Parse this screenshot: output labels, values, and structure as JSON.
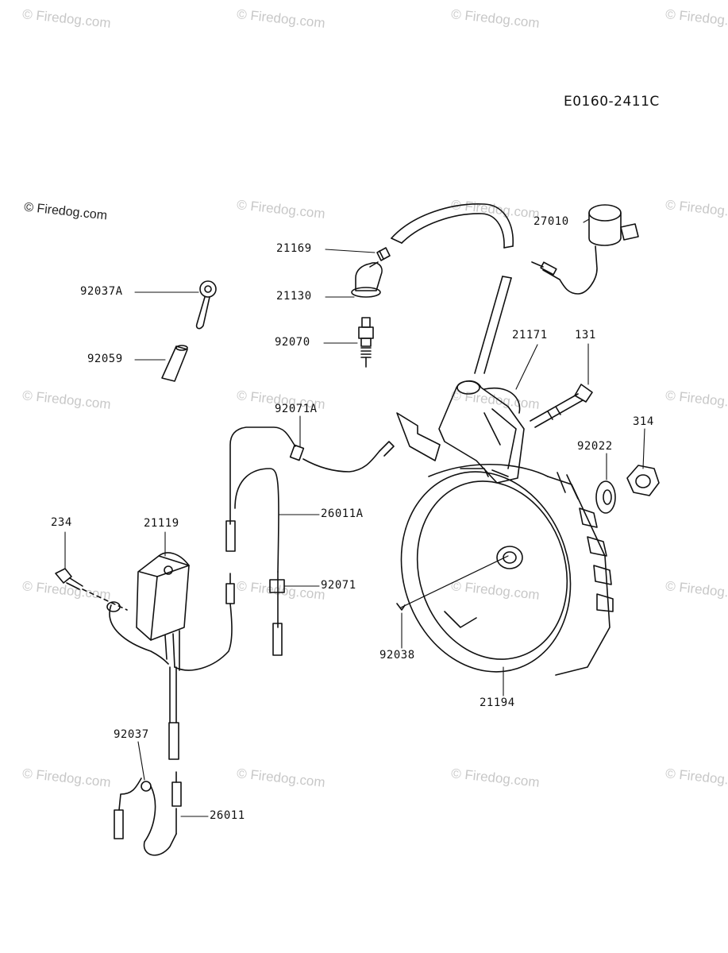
{
  "diagram_code": "E0160-2411C",
  "watermark_text": "© Firedog.com",
  "parts": {
    "p21169": "21169",
    "p21130": "21130",
    "p92070": "92070",
    "p27010": "27010",
    "p92037A": "92037A",
    "p92059": "92059",
    "p21171": "21171",
    "p131": "131",
    "p92071A": "92071A",
    "p314": "314",
    "p92022": "92022",
    "p26011A": "26011A",
    "p234": "234",
    "p21119": "21119",
    "p92071": "92071",
    "p92038": "92038",
    "p21194": "21194",
    "p92037": "92037",
    "p26011": "26011"
  }
}
